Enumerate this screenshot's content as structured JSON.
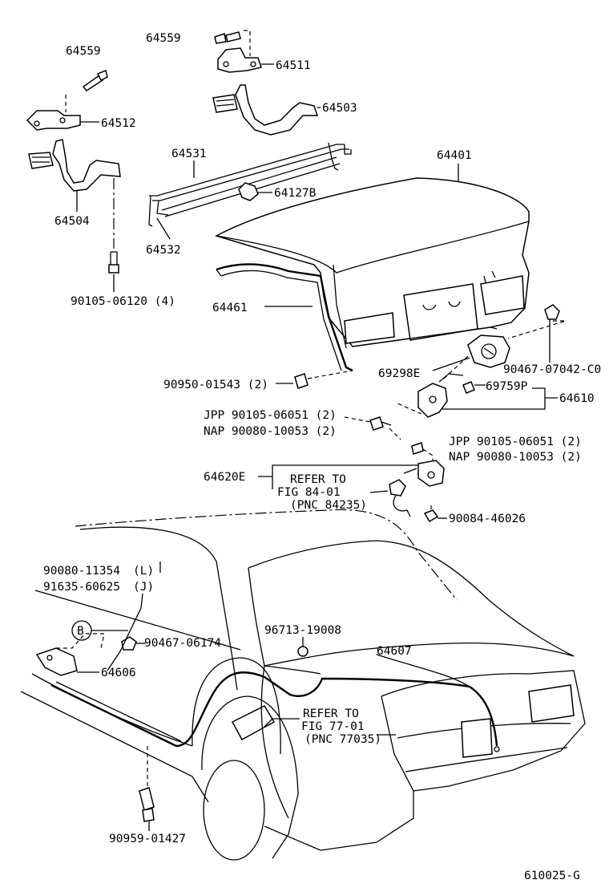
{
  "labels": {
    "p64559_a": "64559",
    "p64511": "64511",
    "p64559_b": "64559",
    "p64503": "64503",
    "p64512": "64512",
    "p64531": "64531",
    "p64401": "64401",
    "p64127b": "64127B",
    "p64504": "64504",
    "p64532": "64532",
    "p90105_06120": "90105-06120 (4)",
    "p64461": "64461",
    "p90467_07042": "90467-07042-C0",
    "p69298e": "69298E",
    "p90950_01543": "90950-01543 (2)",
    "p69759p": "69759P",
    "p64610": "64610",
    "p_jpp_1": "JPP 90105-06051 (2)",
    "p_nap_1": "NAP 90080-10053 (2)",
    "p_jpp_2": "JPP 90105-06051 (2)",
    "p_nap_2": "NAP 90080-10053 (2)",
    "p64620e": "64620E",
    "ref1_l1": "REFER TO",
    "ref1_l2": "FIG 84-01",
    "ref1_l3": "(PNC 84235)",
    "p90084_46026": "90084-46026",
    "p90080_11354": "90080-11354",
    "p91635_60625": "91635-60625",
    "tag_l": "(L)",
    "tag_j": "(J)",
    "callout_b": "B",
    "p90467_06174": "90467-06174",
    "p96713_19008": "96713-19008",
    "p64607": "64607",
    "p64606": "64606",
    "ref2_l1": "REFER TO",
    "ref2_l2": "FIG 77-01",
    "ref2_l3": "(PNC 77035)",
    "p90959_01427": "90959-01427",
    "fig_code": "610025-G"
  }
}
